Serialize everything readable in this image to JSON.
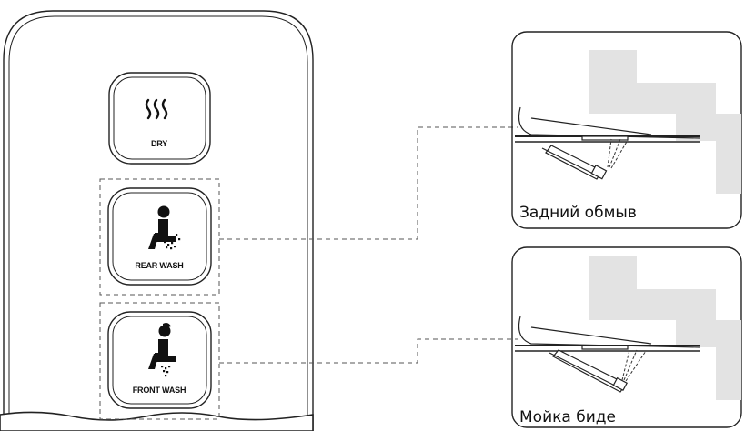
{
  "buttons": {
    "dry": {
      "label": "DRY",
      "icon": "steam-icon"
    },
    "rear_wash": {
      "label": "REAR WASH",
      "icon": "seated-person-rear-spray-icon"
    },
    "front_wash": {
      "label": "FRONT WASH",
      "icon": "seated-person-front-spray-icon"
    }
  },
  "panels": {
    "rear": {
      "caption": "Задний обмыв"
    },
    "front": {
      "caption": "Мойка биде"
    }
  }
}
